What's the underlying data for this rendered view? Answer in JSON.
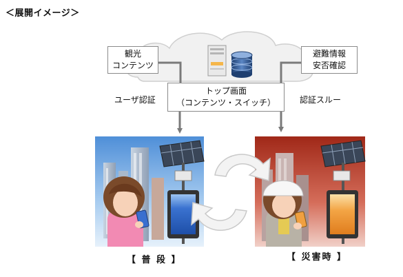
{
  "heading": "＜展開イメージ＞",
  "boxes": {
    "tourism": [
      "観光",
      "コンテンツ"
    ],
    "evacuation": [
      "避難情報",
      "安否確認"
    ],
    "top_screen": [
      "トップ画面",
      "（コンテンツ・スイッチ）"
    ]
  },
  "labels": {
    "user_auth": "ユーザ認証",
    "auth_through": "認証スルー"
  },
  "captions": {
    "normal": "【 普 段 】",
    "disaster": "【 災害時 】"
  },
  "colors": {
    "cloud": "#f2f2f2",
    "arrow": "#7a7a7a",
    "normal_sky": "#7fb2e4",
    "disaster_sky": "#b8483a",
    "screen_normal": "#2b62c8",
    "screen_disaster": "#f0a040"
  }
}
